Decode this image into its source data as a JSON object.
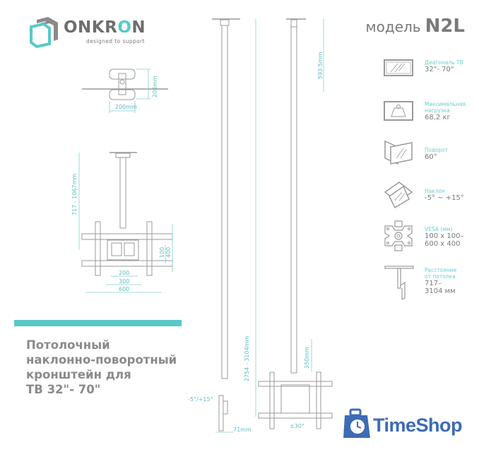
{
  "brand": {
    "name_part1": "ONKR",
    "name_accent": "O",
    "name_part2": "N",
    "tagline": "designed to support",
    "colors": {
      "gray": "#6e6e6e",
      "teal": "#58c9c6"
    }
  },
  "model": {
    "label": "модель",
    "value": "N2L"
  },
  "specs": [
    {
      "icon": "tv-diagonal-icon",
      "label": "Диагональ ТВ",
      "value": "32\"- 70\""
    },
    {
      "icon": "max-load-weight-icon",
      "label": "Максимальная нагрузка",
      "value": "68,2 кг"
    },
    {
      "icon": "swivel-icon",
      "label": "Поворот",
      "value": "60°"
    },
    {
      "icon": "tilt-icon",
      "label": "Наклон",
      "value": "-5° ~ +15°"
    },
    {
      "icon": "vesa-plate-icon",
      "label": "VESA (мм)",
      "value": "100 x 100–\n600 x 400"
    },
    {
      "icon": "ceiling-distance-icon",
      "label": "Расстояние от потолка",
      "value": "717–\n3104 мм"
    }
  ],
  "spec_labels_lines": {
    "load": [
      "Максимальная",
      "нагрузка"
    ],
    "ceiling": [
      "Расстояние",
      "от потолка"
    ]
  },
  "spec_value_lines": {
    "vesa": [
      "100 x 100–",
      "600 x 400"
    ],
    "ceiling": [
      "717–",
      "3104 мм"
    ]
  },
  "drawing": {
    "top_view": {
      "width": "200mm",
      "height": "208mm"
    },
    "front_view": {
      "height": "717 - 1067mm",
      "vesa_h": [
        "200",
        "300",
        "600"
      ],
      "vesa_v": [
        "100",
        "400"
      ]
    },
    "extended": {
      "top_section": "593.5mm",
      "total": "2754 - 3104mm",
      "bottom": "350mm",
      "depth": "71mm",
      "tilt": "-5°/+15°",
      "swivel": "±30°"
    }
  },
  "title": {
    "lines": [
      "Потолочный",
      "наклонно-поворотный",
      "кронштейн для",
      "ТВ 32\"- 70\""
    ]
  },
  "watermark": {
    "name": "TimeShop",
    "color": "#3d6bb5"
  }
}
